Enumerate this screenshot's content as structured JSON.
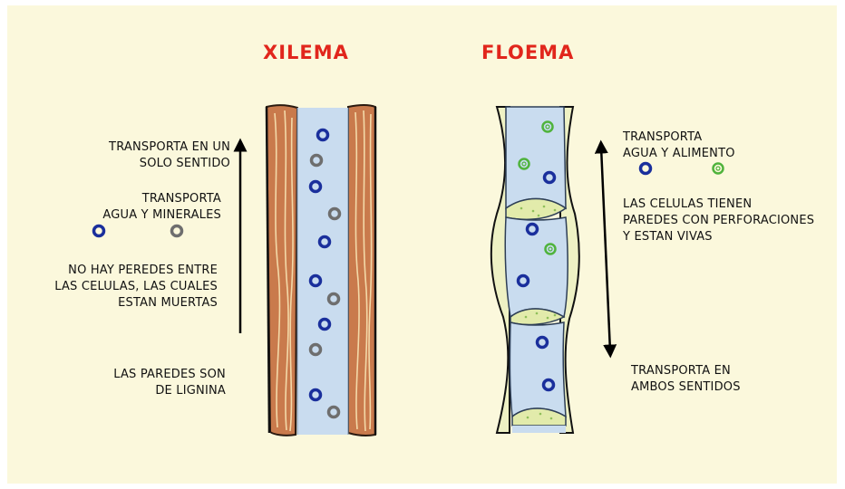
{
  "xilema": {
    "title": "XILEMA",
    "one_way": [
      "TRANSPORTA EN UN",
      "SOLO SENTIDO"
    ],
    "transports": [
      "TRANSPORTA",
      "AGUA Y MINERALES"
    ],
    "no_walls": [
      "NO HAY PEREDES ENTRE",
      "LAS CELULAS, LAS CUALES",
      "ESTAN MUERTAS"
    ],
    "walls": [
      "LAS PAREDES SON",
      "DE LIGNINA"
    ]
  },
  "floema": {
    "title": "FLOEMA",
    "transports": [
      "TRANSPORTA",
      "AGUA Y ALIMENTO"
    ],
    "cells": [
      "LAS CELULAS TIENEN",
      "PAREDES CON PERFORACIONES",
      "Y ESTAN VIVAS"
    ],
    "both_ways": [
      "TRANSPORTA EN",
      "AMBOS SENTIDOS"
    ]
  },
  "colors": {
    "background": "#fbf8dc",
    "title": "#e1261c",
    "water": "#1a2f9c",
    "mineral": "#6e6e6e",
    "food": "#4fb33c",
    "wood": "#c97a4c",
    "vessel": "#c9dcef",
    "sieve_plate": "#e2ebab"
  },
  "icons": {
    "water_molecule": "blue-ring-icon",
    "mineral_particle": "gray-ring-icon",
    "food_particle": "green-ring-icon",
    "upward_arrow": "arrow-up-icon",
    "double_arrow": "double-arrow-icon"
  }
}
